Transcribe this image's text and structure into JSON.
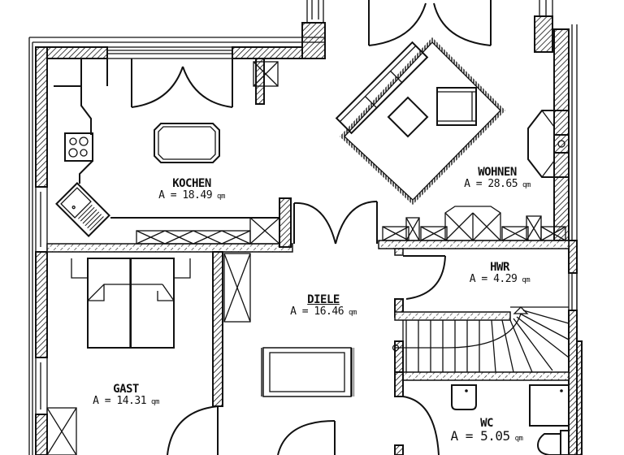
{
  "plan": {
    "type": "ground floor plan",
    "area_prefix": "A =",
    "area_unit": "qm",
    "colors": {
      "line": "#111111",
      "background": "#ffffff"
    },
    "rooms": {
      "kochen": {
        "name": "KOCHEN",
        "area": "18.49"
      },
      "wohnen": {
        "name": "WOHNEN",
        "area": "28.65"
      },
      "diele": {
        "name": "DIELE",
        "area": "16.46"
      },
      "hwr": {
        "name": "HWR",
        "area": "4.29"
      },
      "gast": {
        "name": "GAST",
        "area": "14.31"
      },
      "wc": {
        "name": "WC",
        "area": "5.05"
      }
    },
    "furniture": [
      "kitchen-table",
      "cooktop",
      "corner-sink",
      "kitchen-counter",
      "sofa",
      "coffee-table",
      "armchair",
      "rug",
      "fireplace",
      "double-bed",
      "wardrobe",
      "hall-rug",
      "staircase",
      "washbasin",
      "shower",
      "toilet",
      "storage-cabinets"
    ]
  }
}
